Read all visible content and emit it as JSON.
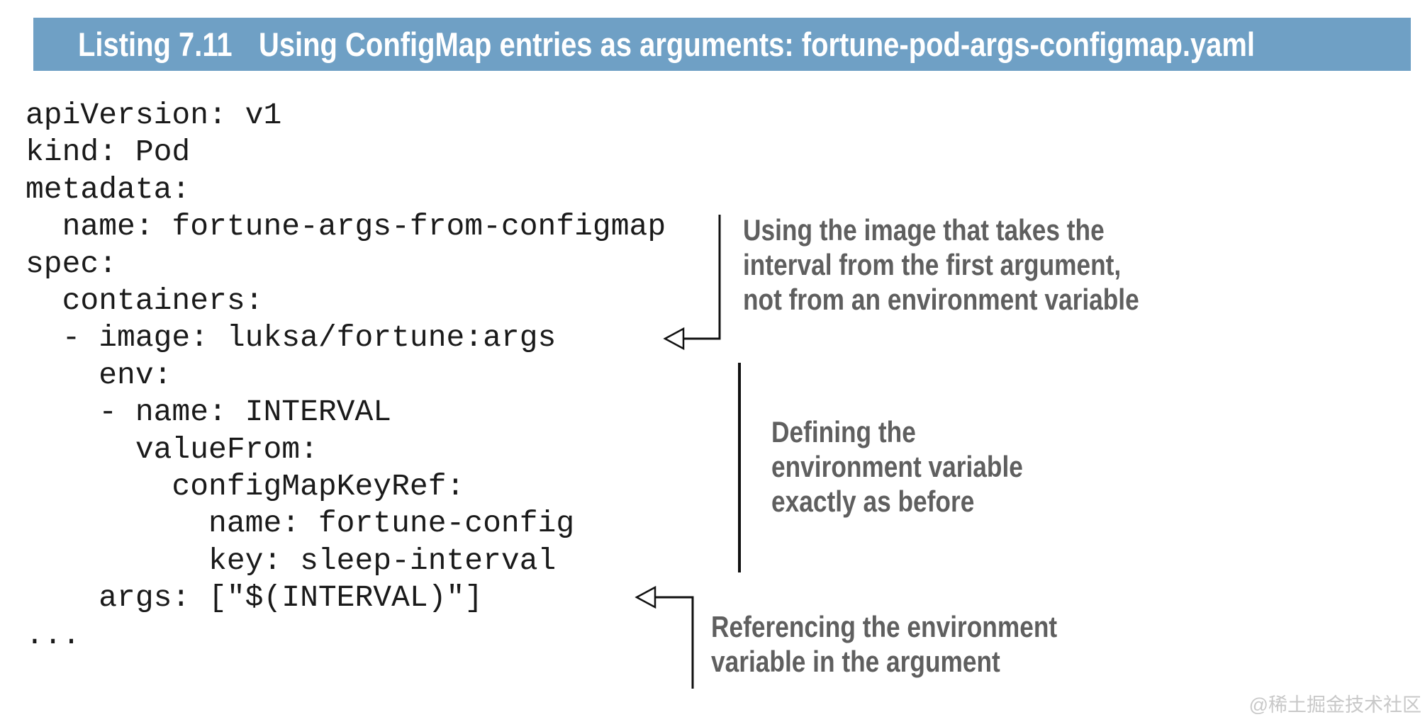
{
  "header": {
    "listing_label": "Listing 7.11",
    "listing_title": "Using ConfigMap entries as arguments: fortune-pod-args-configmap.yaml",
    "bar_color": "#6FA0C5",
    "text_color": "#FFFFFF"
  },
  "code": {
    "language": "yaml",
    "text": "apiVersion: v1\nkind: Pod\nmetadata:\n  name: fortune-args-from-configmap\nspec:\n  containers:\n  - image: luksa/fortune:args\n    env:\n    - name: INTERVAL\n      valueFrom:\n        configMapKeyRef:\n          name: fortune-config\n          key: sleep-interval\n    args: [\"$(INTERVAL)\"]\n...",
    "text_color": "#1A1A1A"
  },
  "annotations": [
    {
      "target": "image: luksa/fortune:args",
      "lines": [
        "Using the image that takes the",
        "interval from the first argument,",
        "not from an environment variable"
      ]
    },
    {
      "target": "env definition block",
      "lines": [
        "Defining the",
        "environment variable",
        "exactly as before"
      ]
    },
    {
      "target": "args: [\"$(INTERVAL)\"]",
      "lines": [
        "Referencing the environment",
        "variable in the argument"
      ]
    }
  ],
  "annotation_color": "#5F5F5F",
  "watermark": {
    "text": "@稀土掘金技术社区",
    "color": "#C8C8C8"
  }
}
